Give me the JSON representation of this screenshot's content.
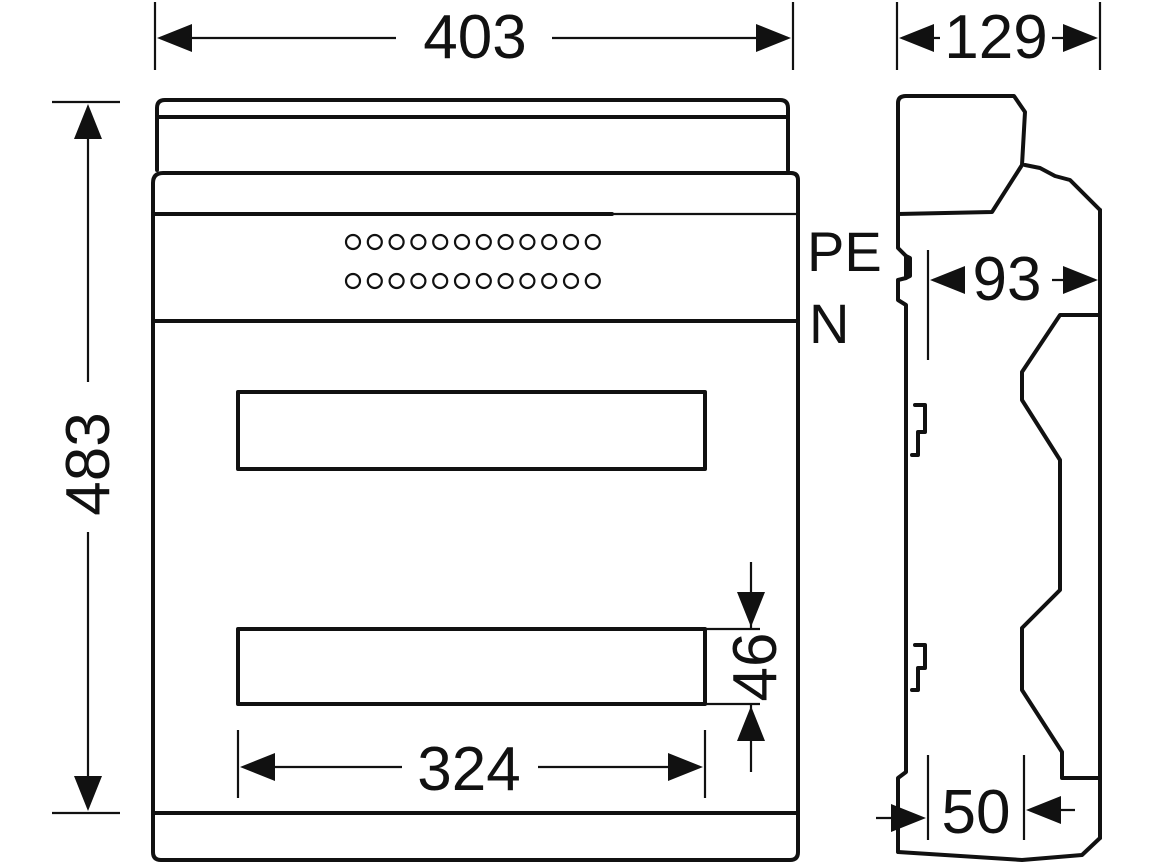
{
  "dimensions": {
    "overall_width": "403",
    "overall_height": "483",
    "depth": "129",
    "inner_depth": "93",
    "rail_offset": "50",
    "window_width": "324",
    "window_height": "46"
  },
  "labels": {
    "pe": "PE",
    "n": "N"
  },
  "terminals": {
    "row_count": 2,
    "holes_per_row": 12
  }
}
